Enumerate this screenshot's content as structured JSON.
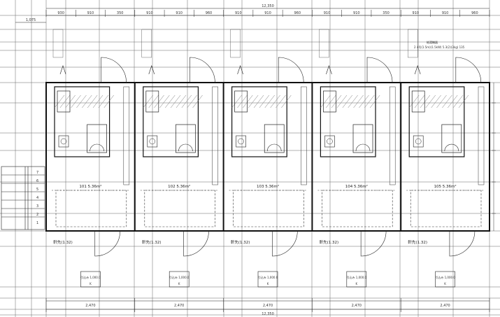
{
  "top_dimensions": {
    "overall": "12,350",
    "left_offset": "1,075",
    "segments": [
      "930",
      "910",
      "350",
      "910",
      "910",
      "960",
      "910",
      "910",
      "960",
      "910",
      "910",
      "350",
      "910",
      "910",
      "960"
    ]
  },
  "bottom_dimensions": {
    "overall": "12,350",
    "segments": [
      "2,470",
      "2,470",
      "2,470",
      "2,470",
      "2,470"
    ]
  },
  "units": [
    {
      "room_label": "101  5.36m²",
      "porch_label": "軒先(1.32)",
      "water_label": "引込み\n1,000.0"
    },
    {
      "room_label": "102  5.36m²",
      "porch_label": "軒先(1.32)",
      "water_label": "引込み\n1,000.0"
    },
    {
      "room_label": "103  5.36m²",
      "porch_label": "軒先(1.32)",
      "water_label": "引込み\n1,000.0"
    },
    {
      "room_label": "104  5.36m²",
      "porch_label": "軒先(1.32)",
      "water_label": "引込み\n1,000.0"
    },
    {
      "room_label": "105  5.36m²",
      "porch_label": "軒先(1.32)",
      "water_label": "引込み\n1,000.0"
    }
  ],
  "notes": {
    "meter_box": "給湯機器",
    "spec_line": "2 4号(1.5m)(1.5kW) 5.3(2)(3kg) 135"
  },
  "colors": {
    "line": "#1a1a1a",
    "grid": "#555555",
    "hatch": "#777777"
  }
}
